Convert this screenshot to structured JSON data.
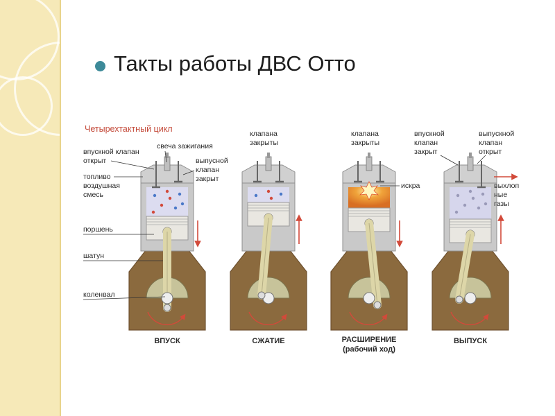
{
  "slide": {
    "title": "Такты работы ДВС Отто"
  },
  "diagram": {
    "heading": "Четырехтактный цикл",
    "labels": {
      "intake_valve_open_1": "впускной клапан",
      "intake_valve_open_2": "открыт",
      "spark_plug": "свеча зажигания",
      "exhaust_valve_1": "выпусной",
      "exhaust_valve_2": "клапан",
      "exhaust_valve_3": "закрыт",
      "fuel_mix_1": "топливо",
      "fuel_mix_2": "воздушная",
      "fuel_mix_3": "смесь",
      "piston": "поршень",
      "conrod": "шатун",
      "crankshaft": "коленвал",
      "valves_closed_a_1": "клапана",
      "valves_closed_a_2": "закрыты",
      "valves_closed_b_1": "клапана",
      "valves_closed_b_2": "закрыты",
      "spark": "искра",
      "intake_closed_1": "впускной",
      "intake_closed_2": "клапан",
      "intake_closed_3": "закрыт",
      "exhaust_open_1": "выпускной",
      "exhaust_open_2": "клапан",
      "exhaust_open_3": "открыт",
      "exhaust_gas_1": "выхлоп",
      "exhaust_gas_2": "ные",
      "exhaust_gas_3": "газы"
    },
    "strokes": [
      {
        "name": "ВПУСК",
        "sub": ""
      },
      {
        "name": "СЖАТИЕ",
        "sub": ""
      },
      {
        "name": "РАСШИРЕНИЕ",
        "sub": "(рабочий ход)"
      },
      {
        "name": "ВЫПУСК",
        "sub": ""
      }
    ]
  },
  "colors": {
    "band": "#f6e9b8",
    "bullet": "#3d8a99",
    "crankcase": "#8b6a3e",
    "crankcase_edge": "#6f5230",
    "block": "#c9c9c9",
    "chamber_intake": "#dcdcf0",
    "chamber_exhaust": "#d6d6ec",
    "chamber_fire": "#e89a3a",
    "piston": "#e9e7e1",
    "rod": "#ddd6a8",
    "arrow": "#d24a3a"
  }
}
